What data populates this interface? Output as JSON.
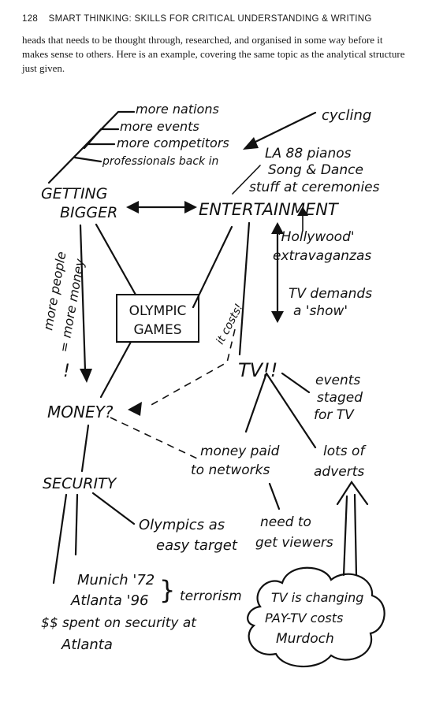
{
  "header": {
    "page_number": "128",
    "running_title": "SMART THINKING: SKILLS FOR CRITICAL UNDERSTANDING & WRITING"
  },
  "paragraph": "heads that needs to be thought through, researched, and organised in some way before it makes sense to others. Here is an example, covering the same topic as the analytical structure just given.",
  "map": {
    "branch_items": [
      "more nations",
      "more events",
      "more competitors",
      "professionals back in"
    ],
    "getting_bigger": [
      "GETTING",
      "BIGGER"
    ],
    "entertainment": "ENTERTAINMENT",
    "cycling": "cycling",
    "ent_items": [
      "LA 88 pianos",
      "Song & Dance",
      "stuff at ceremonies"
    ],
    "hollywood": [
      "'Hollywood'",
      "extravaganzas"
    ],
    "tv_demands": [
      "TV demands",
      "a 'show'"
    ],
    "it_costs": "it costs!",
    "olympic": [
      "OLYMPIC",
      "GAMES"
    ],
    "more_people": "more people",
    "more_money": "= more money",
    "exclaim": "!",
    "money": "MONEY?",
    "tv": "TV!!",
    "events_staged": [
      "events",
      "staged",
      "for TV"
    ],
    "money_paid": [
      "money paid",
      "to networks"
    ],
    "lots_of": [
      "lots of",
      "adverts"
    ],
    "security": "SECURITY",
    "easy_target": [
      "Olympics as",
      "easy target"
    ],
    "need_viewers": [
      "need to",
      "get viewers"
    ],
    "munich": "Munich '72",
    "atlanta": "Atlanta '96",
    "terrorism": "terrorism",
    "spent": [
      "$$ spent on security at",
      "Atlanta"
    ],
    "cloud": [
      "TV is changing",
      "PAY-TV costs",
      "Murdoch"
    ]
  }
}
